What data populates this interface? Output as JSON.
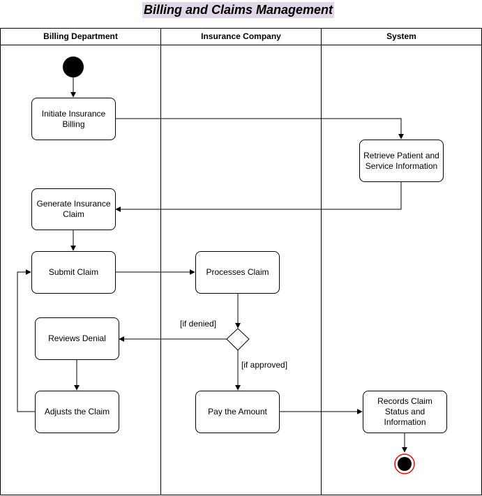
{
  "diagram": {
    "title": "Billing and Claims Management",
    "lanes": [
      {
        "id": "billing",
        "name": "Billing Department"
      },
      {
        "id": "insurance",
        "name": "Insurance Company"
      },
      {
        "id": "system",
        "name": "System"
      }
    ],
    "nodes": {
      "initiate": "Initiate Insurance Billing",
      "retrieve": "Retrieve Patient and Service Information",
      "generate": "Generate Insurance Claim",
      "submit": "Submit Claim",
      "processes": "Processes Claim",
      "reviews": "Reviews Denial",
      "adjusts": "Adjusts the Claim",
      "pay": "Pay the Amount",
      "records": "Records Claim Status and Information"
    },
    "guards": {
      "denied": "[if denied]",
      "approved": "[if approved]"
    },
    "colors": {
      "title_highlight": "#e1d5e7",
      "end_ring": "#ff0000",
      "stroke": "#000000"
    }
  }
}
